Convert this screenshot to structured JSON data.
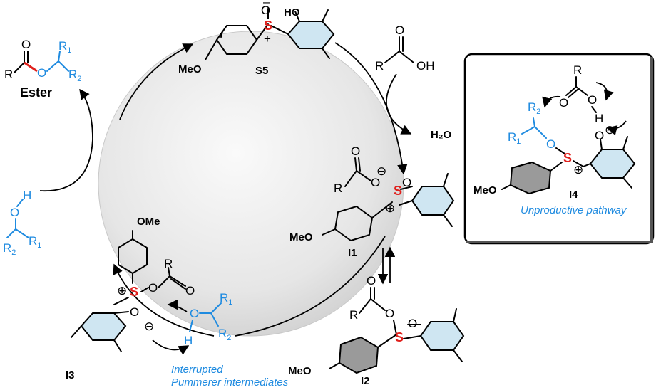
{
  "colors": {
    "sulfur": "#e0201c",
    "blue_fragment": "#1f8be0",
    "ring_fill": "#cfe6f2",
    "grey_ring": "#9a9a9a",
    "cycle_fill": "#e6e6e6"
  },
  "cycle": {
    "s5": {
      "label": "S5",
      "substituent_meo": "MeO",
      "oh": "HO",
      "s": "S",
      "charge_minus": "–",
      "charge_plus": "+",
      "o": "O"
    },
    "acid": {
      "r": "R",
      "o": "O",
      "oh": "OH"
    },
    "water": "H₂O",
    "i1": {
      "label": "I1",
      "r": "R",
      "o1": "O",
      "o2": "O",
      "minus": "⊖",
      "s": "S",
      "plus": "⊕",
      "o3": "O",
      "meo": "MeO"
    },
    "i2": {
      "label": "I2",
      "r": "R",
      "o1": "O",
      "o2": "O",
      "s": "S",
      "o3": "O",
      "meo": "MeO"
    },
    "i3": {
      "label": "I3",
      "ome": "OMe",
      "r": "R",
      "o1": "O",
      "o2": "O",
      "s": "S",
      "plus": "⊕",
      "o3": "O",
      "minus": "⊖"
    },
    "interrupted": {
      "line1": "Interrupted",
      "line2": "Pummerer intermediates",
      "o": "O",
      "h": "H",
      "r1": "R",
      "r1sub": "1",
      "r2": "R",
      "r2sub": "2"
    },
    "alcohol": {
      "o": "O",
      "h": "H",
      "r1": "R",
      "r1sub": "1",
      "r2": "R",
      "r2sub": "2"
    },
    "ester": {
      "label": "Ester",
      "r": "R",
      "o1": "O",
      "o2": "O",
      "r1": "R",
      "r1sub": "1",
      "r2": "R",
      "r2sub": "2"
    }
  },
  "inset": {
    "label": "I4",
    "caption": "Unproductive pathway",
    "r": "R",
    "o1": "O",
    "o2": "O",
    "h": "H",
    "r1": "R",
    "r1sub": "1",
    "r2": "R",
    "r2sub": "2",
    "o3": "O",
    "s": "S",
    "plus": "⊕",
    "o4": "O",
    "minus": "⊖",
    "meo": "MeO"
  }
}
